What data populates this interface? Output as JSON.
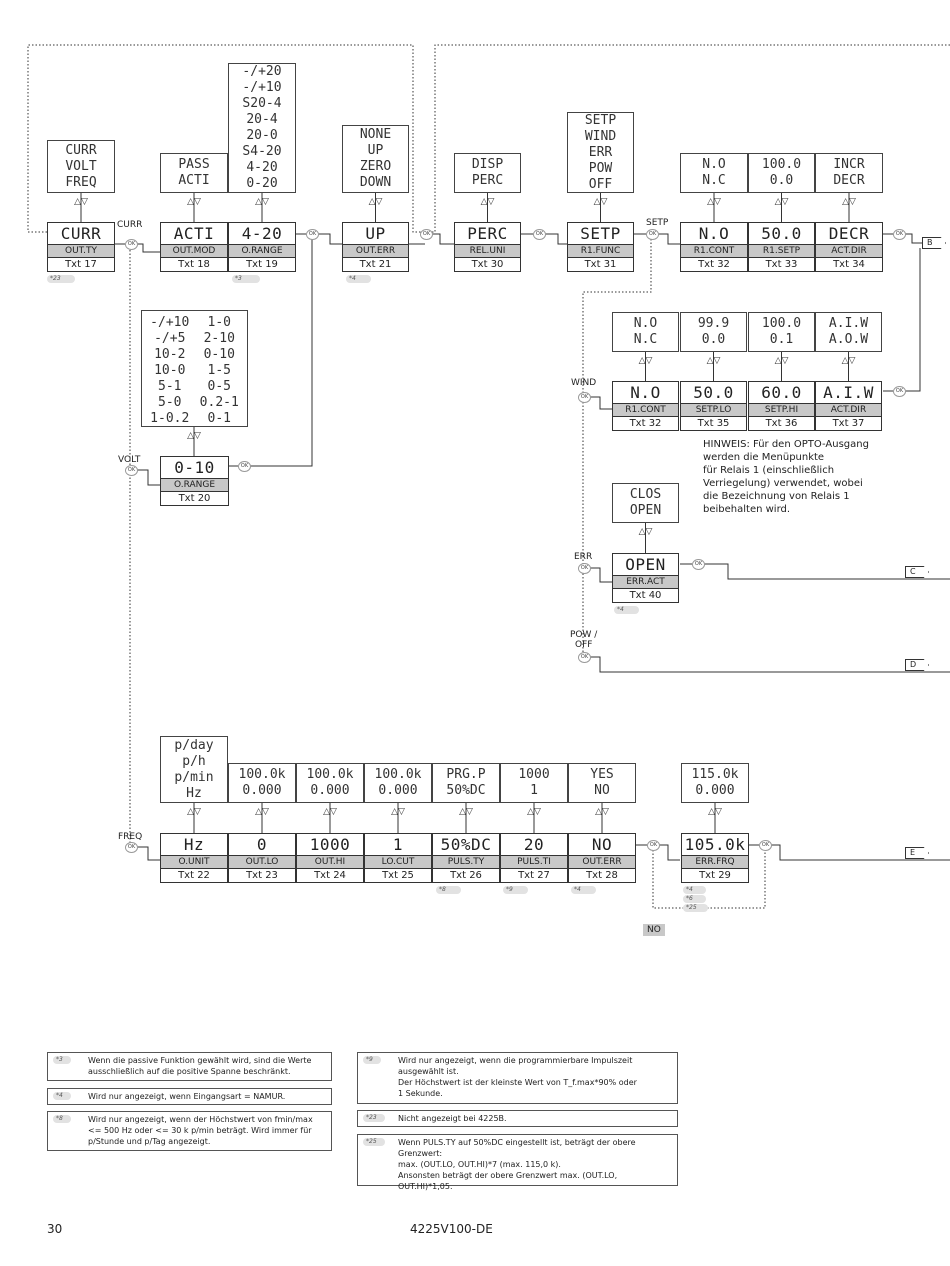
{
  "row1": [
    {
      "value": "CURR",
      "name": "OUT.TY",
      "txt": "Txt 17",
      "options": [
        "CURR",
        "VOLT",
        "FREQ"
      ],
      "footnote": "*23"
    },
    {
      "value": "ACTI",
      "name": "OUT.MOD",
      "txt": "Txt 18",
      "options": [
        "PASS",
        "ACTI"
      ]
    },
    {
      "value": "4-20",
      "name": "O.RANGE",
      "txt": "Txt 19",
      "options": [
        "-/+20",
        "-/+10",
        "S20-4",
        "20-4",
        "20-0",
        "S4-20",
        "4-20",
        "0-20"
      ],
      "footnote": "*3"
    },
    {
      "value": "UP",
      "name": "OUT.ERR",
      "txt": "Txt 21",
      "options": [
        "NONE",
        "UP",
        "ZERO",
        "DOWN"
      ],
      "footnote": "*4"
    },
    {
      "value": "PERC",
      "name": "REL.UNI",
      "txt": "Txt 30",
      "options": [
        "DISP",
        "PERC"
      ]
    },
    {
      "value": "SETP",
      "name": "R1.FUNC",
      "txt": "Txt 31",
      "options": [
        "SETP",
        "WIND",
        "ERR",
        "POW",
        "OFF"
      ]
    },
    {
      "value": "N.O",
      "name": "R1.CONT",
      "txt": "Txt 32",
      "options": [
        "N.O",
        "N.C"
      ]
    },
    {
      "value": "50.0",
      "name": "R1.SETP",
      "txt": "Txt 33",
      "options": [
        "100.0",
        "0.0"
      ]
    },
    {
      "value": "DECR",
      "name": "ACT.DIR",
      "txt": "Txt 34",
      "options": [
        "INCR",
        "DECR"
      ]
    }
  ],
  "wind": [
    {
      "value": "N.O",
      "name": "R1.CONT",
      "txt": "Txt 32",
      "options": [
        "N.O",
        "N.C"
      ]
    },
    {
      "value": "50.0",
      "name": "SETP.LO",
      "txt": "Txt 35",
      "options": [
        "99.9",
        "0.0"
      ]
    },
    {
      "value": "60.0",
      "name": "SETP.HI",
      "txt": "Txt 36",
      "options": [
        "100.0",
        "0.1"
      ]
    },
    {
      "value": "A.I.W",
      "name": "ACT.DIR",
      "txt": "Txt 37",
      "options": [
        "A.I.W",
        "A.O.W"
      ]
    }
  ],
  "volt": {
    "value": "0-10",
    "name": "O.RANGE",
    "txt": "Txt 20",
    "options": [
      "-/+10",
      "1-0",
      "-/+5",
      "2-10",
      "10-2",
      "0-10",
      "10-0",
      "1-5",
      "5-1",
      "0-5",
      "5-0",
      "0.2-1",
      "1-0.2",
      "0-1"
    ]
  },
  "err": {
    "value": "OPEN",
    "name": "ERR.ACT",
    "txt": "Txt 40",
    "options": [
      "CLOS",
      "OPEN"
    ],
    "footnote": "*4"
  },
  "freq": [
    {
      "value": "Hz",
      "name": "O.UNIT",
      "txt": "Txt 22",
      "options": [
        "p/day",
        "p/h",
        "p/min",
        "Hz"
      ]
    },
    {
      "value": "0",
      "name": "OUT.LO",
      "txt": "Txt 23",
      "options": [
        "100.0k",
        "0.000"
      ]
    },
    {
      "value": "1000",
      "name": "OUT.HI",
      "txt": "Txt 24",
      "options": [
        "100.0k",
        "0.000"
      ]
    },
    {
      "value": "1",
      "name": "LO.CUT",
      "txt": "Txt 25",
      "options": [
        "100.0k",
        "0.000"
      ]
    },
    {
      "value": "50%DC",
      "name": "PULS.TY",
      "txt": "Txt 26",
      "options": [
        "PRG.P",
        "50%DC"
      ],
      "footnote": "*8"
    },
    {
      "value": "20",
      "name": "PULS.TI",
      "txt": "Txt 27",
      "options": [
        "1000",
        "1"
      ],
      "footnote": "*9"
    },
    {
      "value": "NO",
      "name": "OUT.ERR",
      "txt": "Txt 28",
      "options": [
        "YES",
        "NO"
      ],
      "footnote": "*4"
    }
  ],
  "errfrq": {
    "value": "105.0k",
    "name": "ERR.FRQ",
    "txt": "Txt 29",
    "options": [
      "115.0k",
      "0.000"
    ],
    "footnotes": [
      "*4",
      "*6",
      "*25"
    ]
  },
  "labels": {
    "curr": "CURR",
    "volt": "VOLT",
    "freq": "FREQ",
    "setp": "SETP",
    "wind": "WIND",
    "err": "ERR",
    "pow": "POW /",
    "off": "OFF",
    "no": "NO",
    "ok": "OK",
    "arrows": "^v"
  },
  "tags": {
    "b": "B",
    "c": "C",
    "d": "D",
    "e": "E"
  },
  "hinweis": [
    "HINWEIS: Für den OPTO-Ausgang",
    "werden die Menüpunkte",
    "für Relais 1 (einschließlich",
    "Verriegelung) verwendet, wobei",
    "die Bezeichnung von Relais 1",
    "beibehalten wird."
  ],
  "footnotes_left": [
    {
      "key": "*3",
      "lines": [
        "Wenn die passive Funktion gewählt wird, sind die Werte",
        "ausschließlich auf die positive Spanne beschränkt."
      ]
    },
    {
      "key": "*4",
      "lines": [
        "Wird nur angezeigt, wenn Eingangsart = NAMUR."
      ]
    },
    {
      "key": "*8",
      "lines": [
        "Wird nur angezeigt, wenn der Höchstwert von fmin/max",
        "<= 500 Hz oder <= 30 k p/min beträgt. Wird immer für",
        "p/Stunde und p/Tag angezeigt."
      ]
    }
  ],
  "footnotes_right": [
    {
      "key": "*9",
      "lines": [
        "Wird nur angezeigt, wenn die programmierbare Impulszeit",
        "ausgewählt ist.",
        "Der Höchstwert ist der kleinste Wert von T_f.max*90% oder",
        "1 Sekunde."
      ]
    },
    {
      "key": "*23",
      "lines": [
        "Nicht angezeigt bei 4225B."
      ]
    },
    {
      "key": "*25",
      "lines": [
        "Wenn PULS.TY auf 50%DC eingestellt ist, beträgt der obere",
        "Grenzwert:",
        "max. (OUT.LO, OUT.HI)*7 (max. 115,0 k).",
        "Ansonsten beträgt der obere Grenzwert max. (OUT.LO, OUT.HI)*1,05."
      ]
    }
  ],
  "page_number": "30",
  "doc_id": "4225V100-DE"
}
